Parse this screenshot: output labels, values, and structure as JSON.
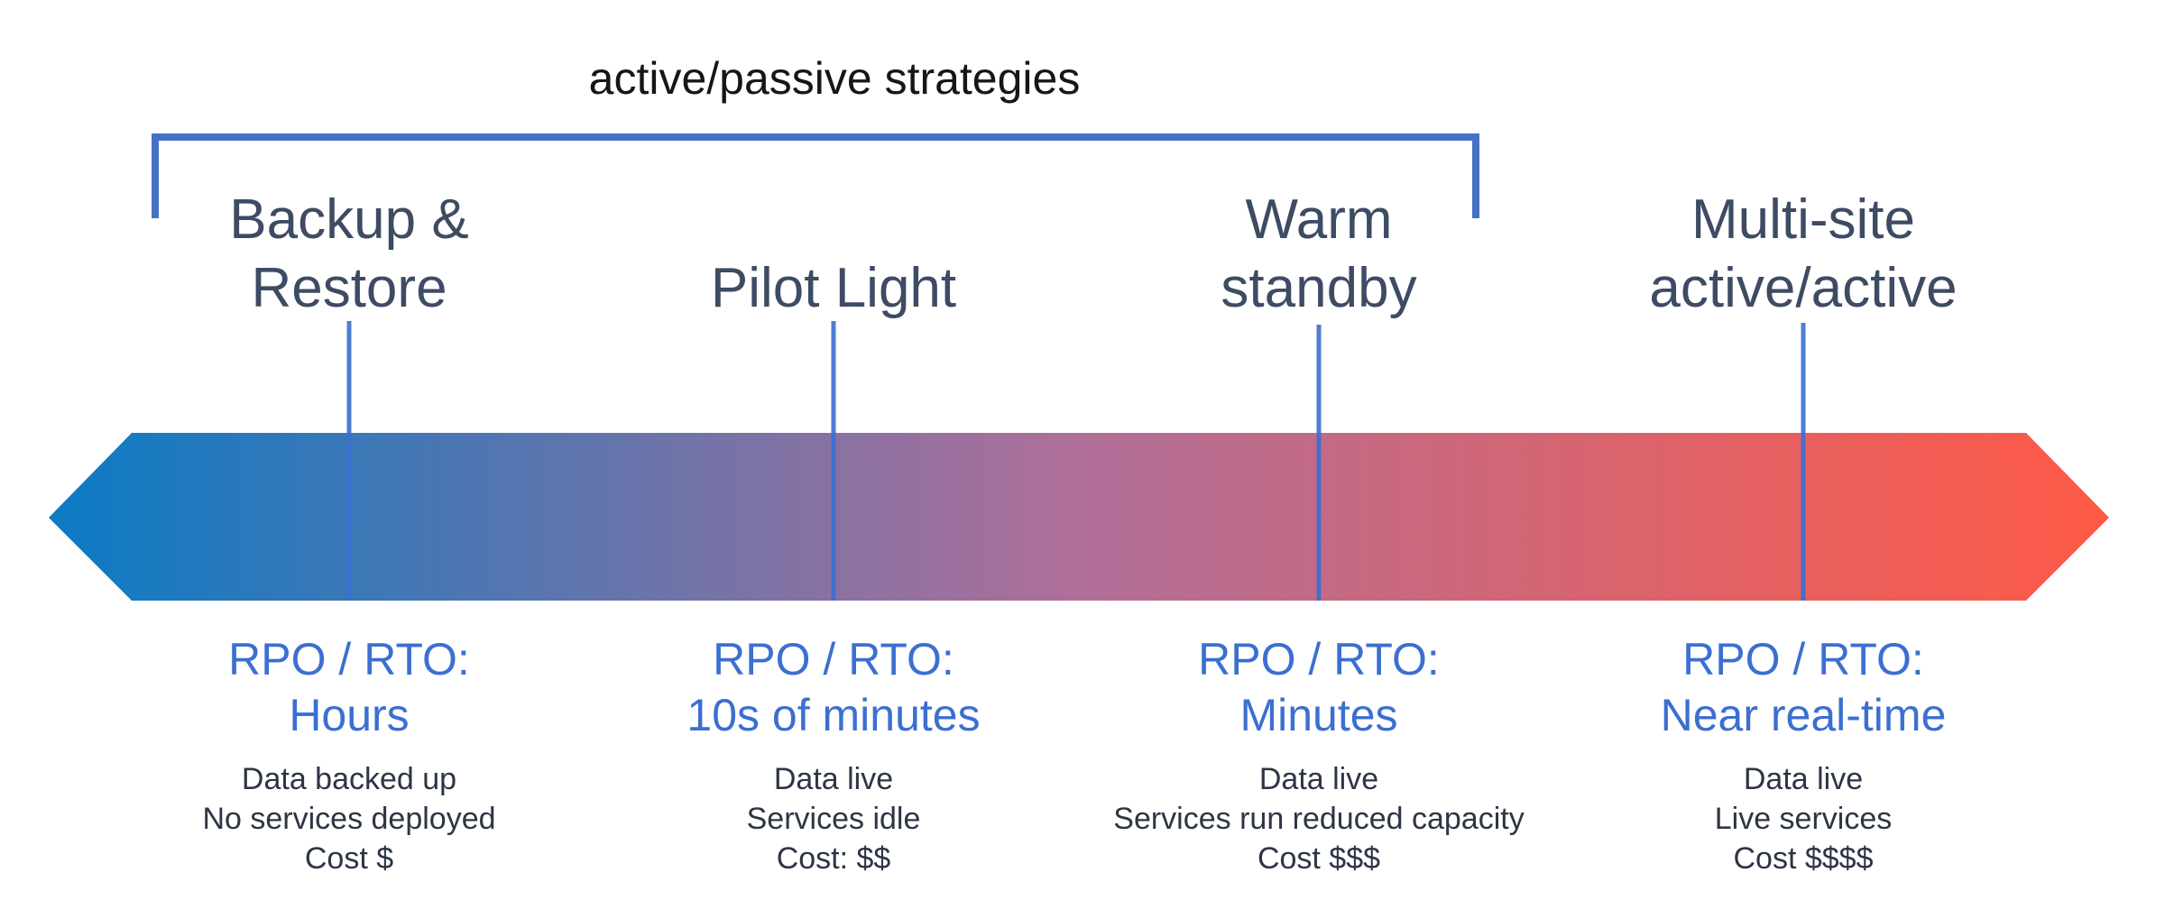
{
  "group": {
    "label": "active/passive strategies"
  },
  "colors": {
    "gradient_start": "#0a7bc4",
    "gradient_mid": "#b06f98",
    "gradient_end": "#ff5946",
    "connector": "#3b6fd0",
    "bracket": "#4472c4",
    "title": "#3d4b63",
    "rpo": "#3b6fd0",
    "detail": "#2d3545"
  },
  "strategies": [
    {
      "title_line1": "Backup &",
      "title_line2": "Restore",
      "rpo_label": "RPO / RTO:",
      "rpo_value": "Hours",
      "details": [
        "Data backed up",
        "No services deployed",
        "Cost $"
      ]
    },
    {
      "title_line1": "",
      "title_line2": "Pilot Light",
      "rpo_label": "RPO / RTO:",
      "rpo_value": "10s of minutes",
      "details": [
        "Data live",
        "Services idle",
        "Cost: $$"
      ]
    },
    {
      "title_line1": "Warm",
      "title_line2": "standby",
      "rpo_label": "RPO / RTO:",
      "rpo_value": "Minutes",
      "details": [
        "Data live",
        "Services run reduced capacity",
        "Cost $$$"
      ]
    },
    {
      "title_line1": "Multi-site",
      "title_line2": "active/active",
      "rpo_label": "RPO / RTO:",
      "rpo_value": "Near real-time",
      "details": [
        "Data live",
        "Live services",
        "Cost $$$$"
      ]
    }
  ]
}
